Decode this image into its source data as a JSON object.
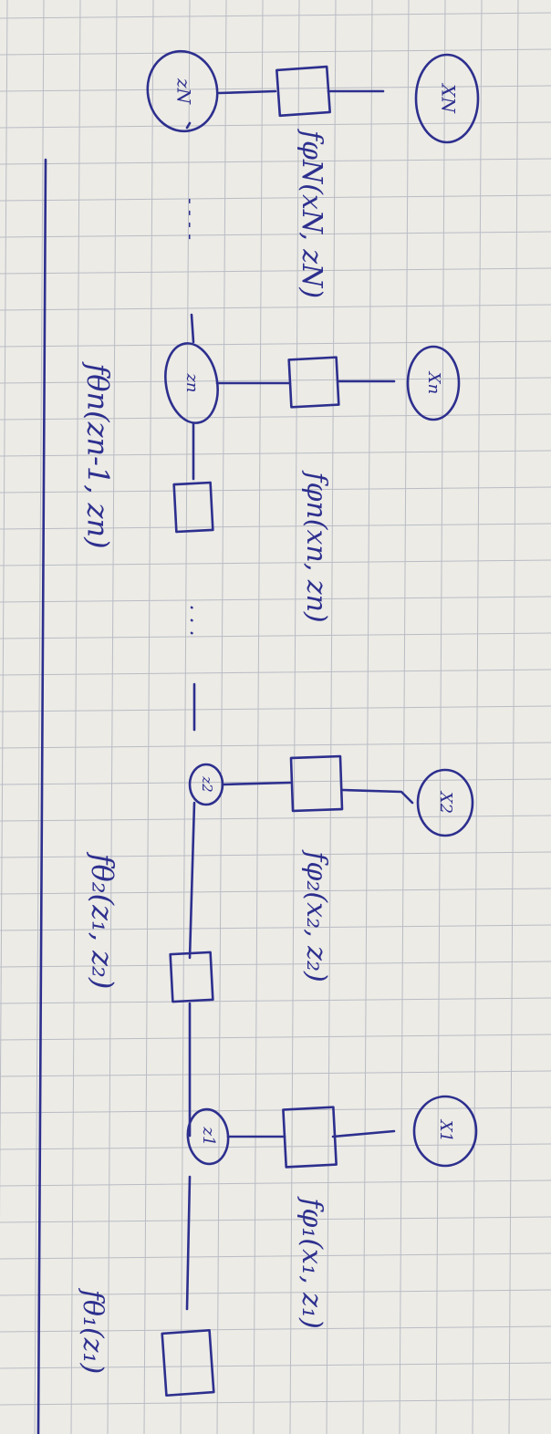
{
  "colors": {
    "ink": "#2d2f8e",
    "paper": "#ecebe6",
    "grid": "#b9bcc4",
    "margin_line": "#2d2f8e"
  },
  "diagram": {
    "chain_nodes": [
      {
        "id": "z1",
        "label": "z1"
      },
      {
        "id": "z2",
        "label": "z2"
      },
      {
        "id": "zn",
        "label": "zn"
      },
      {
        "id": "zN",
        "label": "zN"
      }
    ],
    "observed_nodes": [
      {
        "id": "x1",
        "label": "X1"
      },
      {
        "id": "x2",
        "label": "X2"
      },
      {
        "id": "xn",
        "label": "Xn"
      },
      {
        "id": "xN",
        "label": "XN"
      }
    ],
    "prior_factor_label": "fθ₁(z₁)",
    "transition_factor_labels": [
      "fθ₂(z₁, z₂)",
      "fθn(zn-1, zn)"
    ],
    "emission_factor_labels": [
      "fφ₁(x₁, z₁)",
      "fφ₂(x₂, z₂)",
      "fφn(xn, zn)",
      "fφN(xN, zN)"
    ],
    "ellipsis": ". . .",
    "ellipsis_right": "- - - -"
  }
}
